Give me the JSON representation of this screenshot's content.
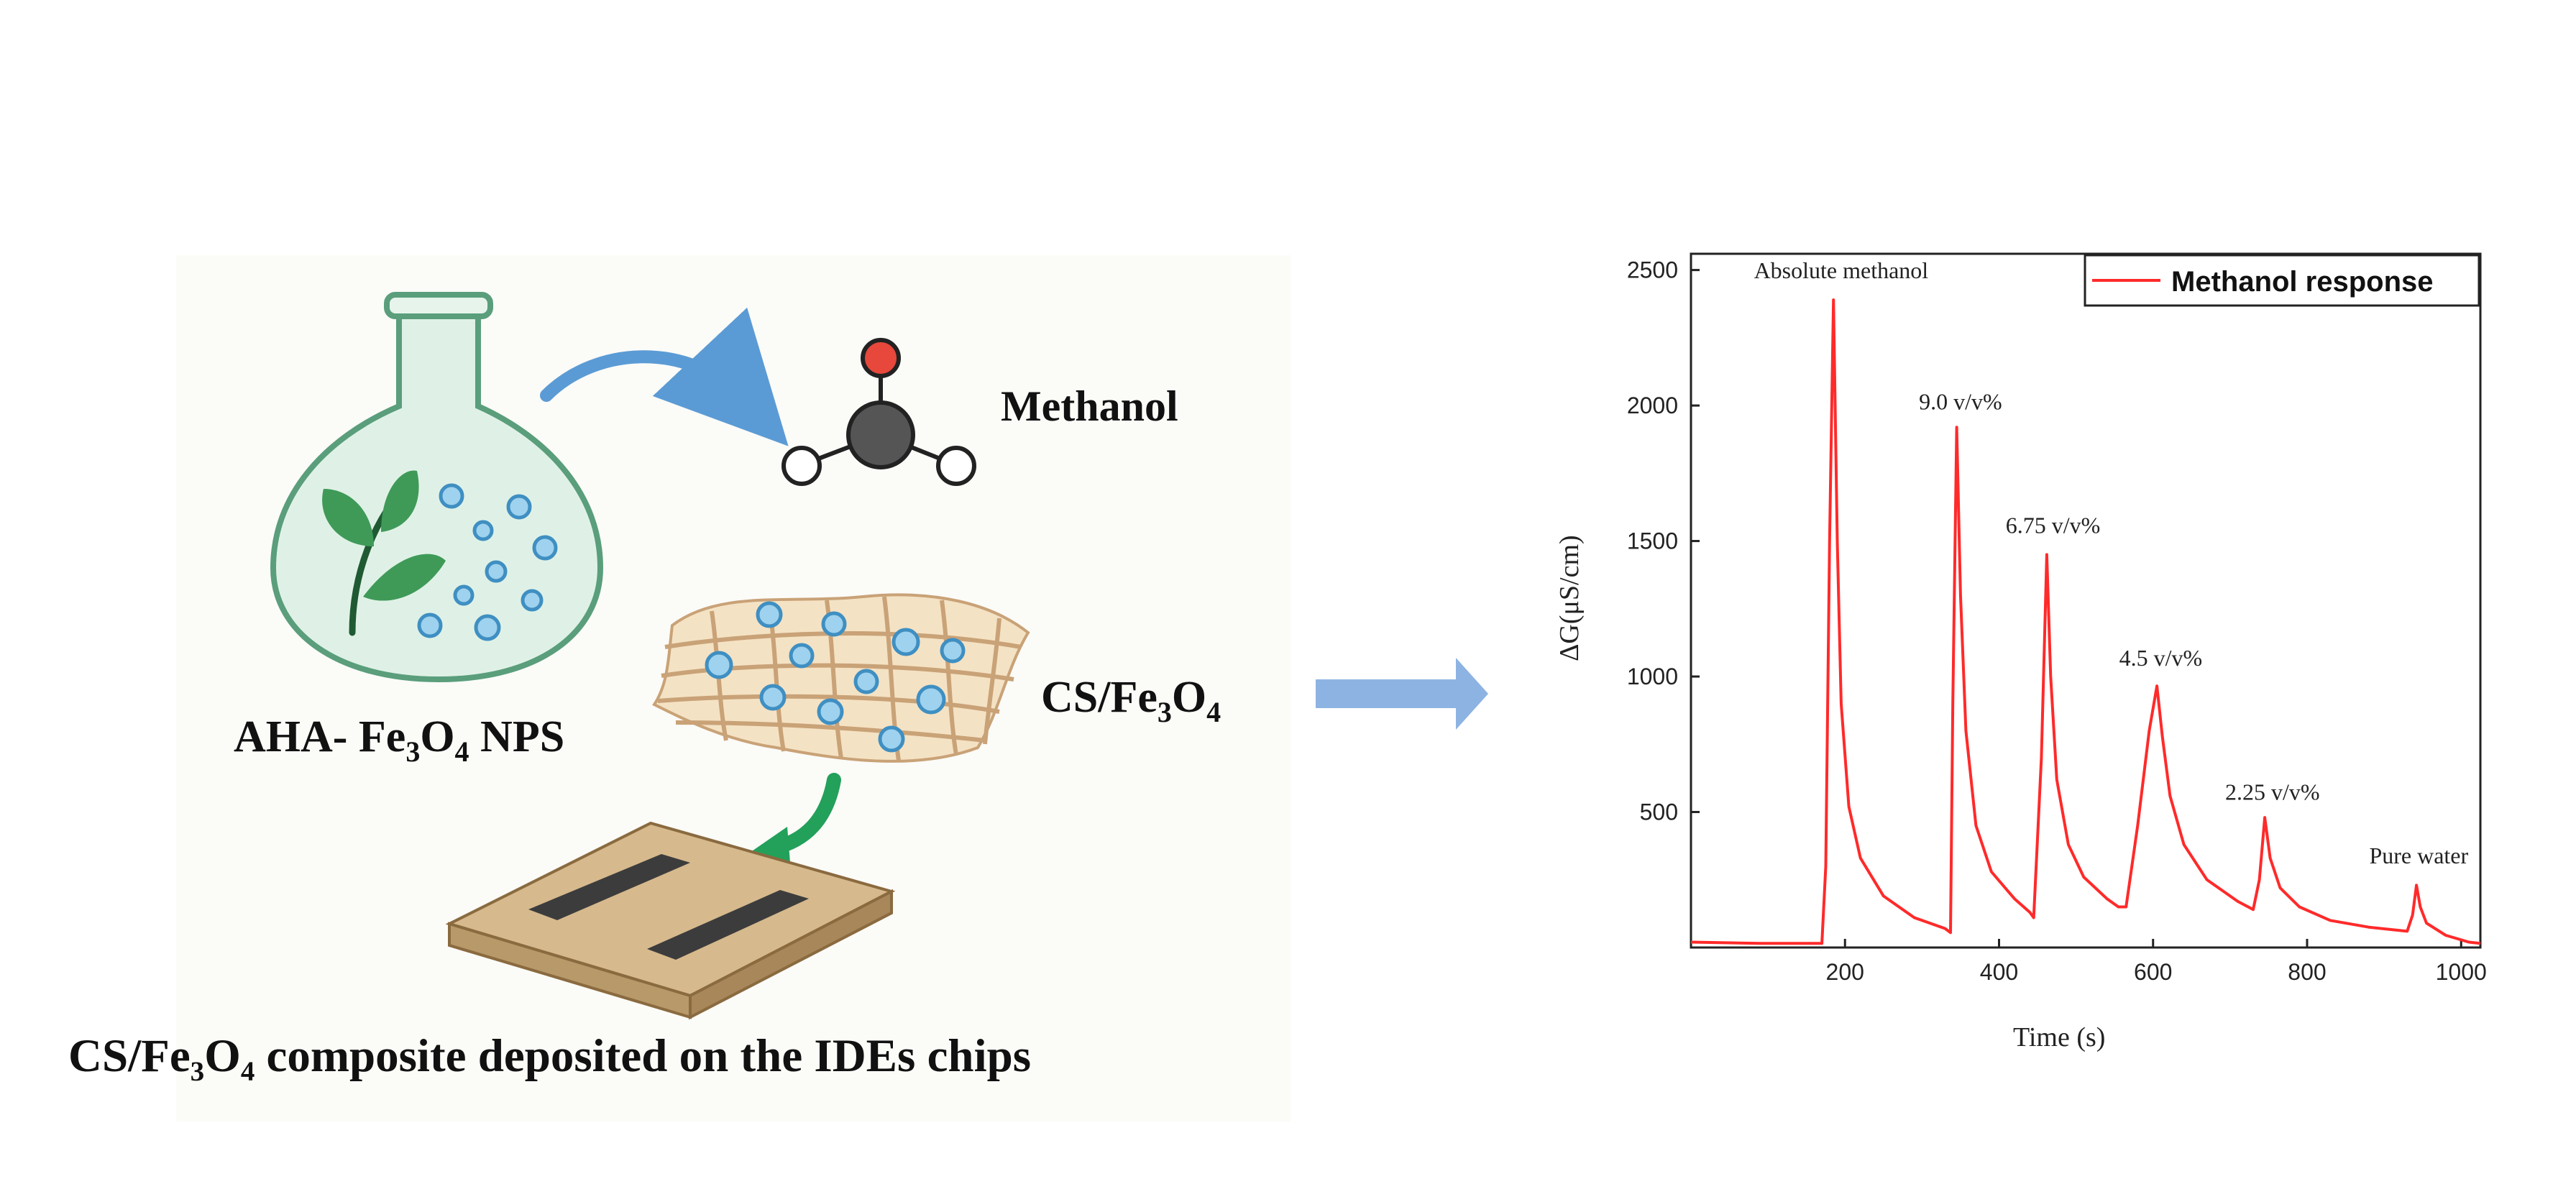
{
  "synthesis": {
    "product_label_prefix": "AHA- Fe",
    "product_sub_3": "3",
    "product_mid": "O",
    "product_sub_4": "4",
    "product_suffix": " NPS",
    "molecule_label": "Methanol",
    "composite_prefix": "CS/Fe",
    "composite_sub_3": "3",
    "composite_mid": "O",
    "composite_sub_4": "4",
    "caption": "CS/Fe₃O₄ composite deposited on the IDEs chips"
  },
  "colors": {
    "flask_fill": "#dff1e6",
    "flask_stroke": "#5a9e7c",
    "leaf": "#3f9a58",
    "bubble": "#9fd2ee",
    "bubble_stroke": "#3f8fc2",
    "arrow_blue": "#5b9bd5",
    "arrow_green": "#23a05a",
    "oxygen": "#e8473b",
    "carbon": "#555555",
    "mesh_fill": "#f4e2c4",
    "mesh_line": "#c9a277",
    "chip": "#d6b98d",
    "electrode": "#3c3c3c",
    "process_arrow": "#8db3e2",
    "series": "#ff2a2a"
  },
  "chart_data": {
    "type": "line",
    "title": "",
    "xlabel": "Time (s)",
    "ylabel": "ΔG(μS/cm)",
    "xlim": [
      0,
      1025
    ],
    "ylim": [
      0,
      2560
    ],
    "xticks": [
      200,
      400,
      600,
      800,
      1000
    ],
    "yticks": [
      500,
      1000,
      1500,
      2000,
      2500
    ],
    "legend": "top-right",
    "series": [
      {
        "name": "Methanol response",
        "points": [
          [
            0,
            20
          ],
          [
            90,
            15
          ],
          [
            170,
            15
          ],
          [
            175,
            300
          ],
          [
            180,
            1500
          ],
          [
            185,
            2390
          ],
          [
            190,
            1500
          ],
          [
            195,
            900
          ],
          [
            205,
            520
          ],
          [
            220,
            330
          ],
          [
            250,
            190
          ],
          [
            290,
            110
          ],
          [
            330,
            70
          ],
          [
            337,
            55
          ],
          [
            340,
            900
          ],
          [
            345,
            1920
          ],
          [
            350,
            1300
          ],
          [
            357,
            800
          ],
          [
            370,
            450
          ],
          [
            390,
            280
          ],
          [
            420,
            180
          ],
          [
            440,
            130
          ],
          [
            445,
            110
          ],
          [
            455,
            700
          ],
          [
            462,
            1450
          ],
          [
            467,
            1000
          ],
          [
            475,
            620
          ],
          [
            490,
            380
          ],
          [
            510,
            260
          ],
          [
            540,
            180
          ],
          [
            555,
            150
          ],
          [
            565,
            150
          ],
          [
            580,
            450
          ],
          [
            595,
            800
          ],
          [
            605,
            965
          ],
          [
            612,
            780
          ],
          [
            622,
            560
          ],
          [
            640,
            380
          ],
          [
            670,
            250
          ],
          [
            710,
            170
          ],
          [
            730,
            140
          ],
          [
            738,
            250
          ],
          [
            745,
            480
          ],
          [
            752,
            330
          ],
          [
            765,
            220
          ],
          [
            790,
            150
          ],
          [
            830,
            100
          ],
          [
            880,
            75
          ],
          [
            930,
            60
          ],
          [
            937,
            120
          ],
          [
            942,
            230
          ],
          [
            947,
            150
          ],
          [
            955,
            90
          ],
          [
            980,
            45
          ],
          [
            1010,
            20
          ],
          [
            1025,
            15
          ]
        ]
      }
    ],
    "annotations": [
      {
        "text": "Absolute methanol",
        "x": 195,
        "y": 2470
      },
      {
        "text": "9.0 v/v%",
        "x": 350,
        "y": 1985
      },
      {
        "text": "6.75 v/v%",
        "x": 470,
        "y": 1530
      },
      {
        "text": "4.5 v/v%",
        "x": 610,
        "y": 1040
      },
      {
        "text": "2.25 v/v%",
        "x": 755,
        "y": 545
      },
      {
        "text": "Pure water",
        "x": 945,
        "y": 310
      }
    ]
  }
}
